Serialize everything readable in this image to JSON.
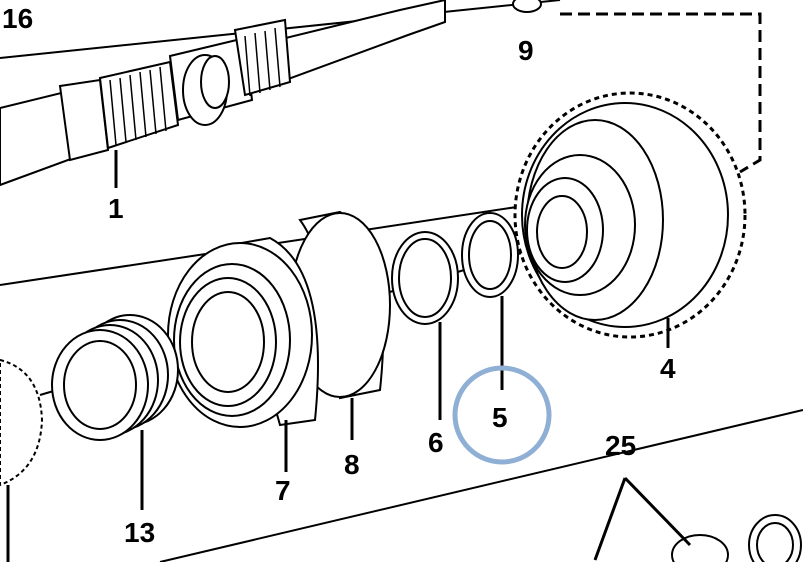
{
  "labels": {
    "p16": "16",
    "p9": "9",
    "p1": "1",
    "p4": "4",
    "p5": "5",
    "p6": "6",
    "p7": "7",
    "p8": "8",
    "p13": "13",
    "p25": "25"
  },
  "colors": {
    "line": "#000000",
    "highlight": "#8fb0d4",
    "background": "#ffffff"
  }
}
